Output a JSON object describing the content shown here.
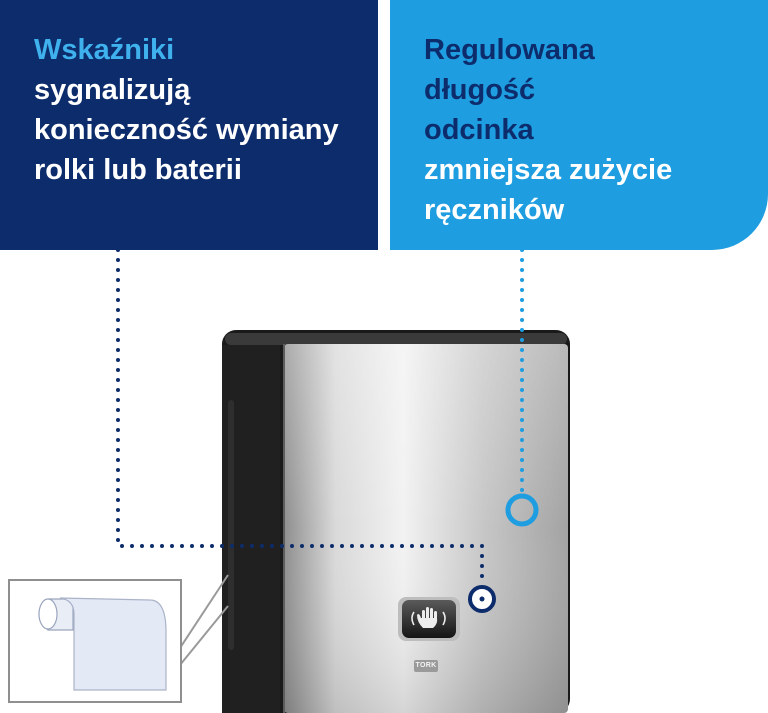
{
  "left_panel": {
    "accent_line": "Wskaźniki",
    "lines": [
      "sygnalizują",
      "konieczność wymiany",
      "rolki lub baterii"
    ]
  },
  "right_panel": {
    "accent_line_1": "Regulowana",
    "accent_line_2": "długość",
    "accent_line_3": "odcinka",
    "lines": [
      "zmniejsza zużycie",
      "ręczników"
    ]
  },
  "dispenser": {
    "brand_logo": "TORK",
    "sensor_icon": "hand-icon"
  },
  "colors": {
    "navy": "#0d2c6c",
    "light_blue": "#1e9de0"
  }
}
